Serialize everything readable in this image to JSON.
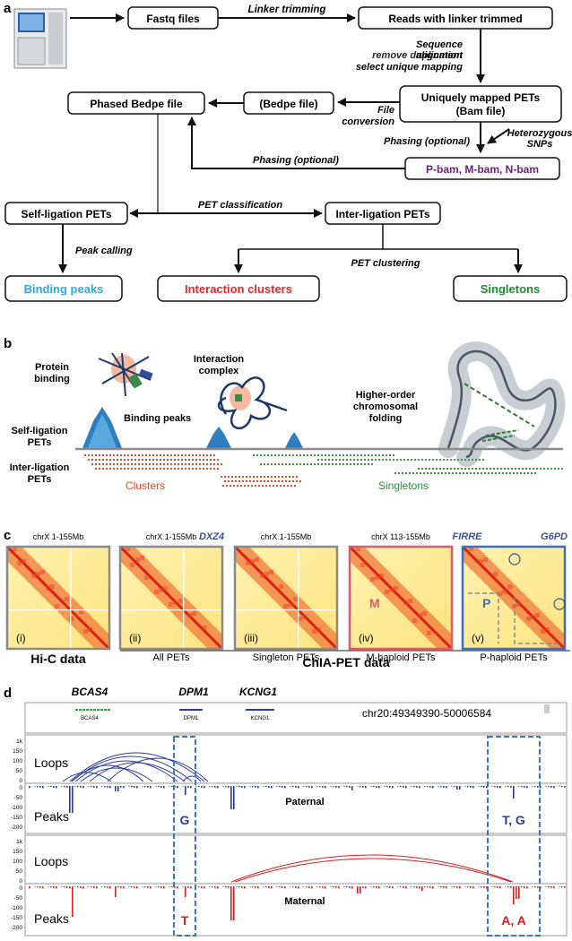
{
  "panel_a": {
    "letter": "a",
    "boxes": {
      "fastq": "Fastq files",
      "reads": "Reads with linker trimmed",
      "unique_1": "Uniquely mapped PETs",
      "unique_2": "(Bam file)",
      "bedpe": "(Bedpe file)",
      "phased": "Phased Bedpe file",
      "pbam": "P-bam, M-bam, N-bam",
      "self": "Self-ligation PETs",
      "inter": "Inter-ligation PETs",
      "peaks": "Binding peaks",
      "clusters": "Interaction clusters",
      "singletons": "Singletons"
    },
    "edges": {
      "linker": "Linker trimming",
      "seq1": "Sequence",
      "seq2": "alignment",
      "seq3": "remove duplication",
      "seq4": "select unique mapping",
      "conv1": "File",
      "conv2": "conversion",
      "phasing_opt": "Phasing (optional)",
      "het1": "Heterozygous",
      "het2": "SNPs",
      "phasing_opt2": "Phasing (optional)",
      "pet_class": "PET classification",
      "peak_calling": "Peak calling",
      "pet_clustering": "PET clustering"
    },
    "colors": {
      "peaks": "#2fa8e0",
      "clusters": "#e8262a",
      "singletons": "#1f8a2e",
      "pbam": "#6a1f7a"
    }
  },
  "panel_b": {
    "letter": "b",
    "labels": {
      "protein1": "Protein",
      "protein2": "binding",
      "complex1": "Interaction",
      "complex2": "complex",
      "higher1": "Higher-order",
      "higher2": "chromosomal",
      "higher3": "folding",
      "binding_peaks": "Binding peaks",
      "self1": "Self-ligation",
      "self2": "PETs",
      "inter1": "Inter-ligation",
      "inter2": "PETs",
      "clusters": "Clusters",
      "singletons": "Singletons"
    }
  },
  "panel_c": {
    "letter": "c",
    "maps": [
      {
        "title": "chrX 1-155Mb",
        "roman": "(i)",
        "caption": "Hi-C data",
        "border": "#8a8a8a"
      },
      {
        "title": "chrX 1-155Mb",
        "roman": "(ii)",
        "caption": "All PETs",
        "border": "#8a8a8a"
      },
      {
        "title": "chrX 1-155Mb",
        "roman": "(iii)",
        "caption": "Singleton PETs",
        "border": "#8a8a8a"
      },
      {
        "title": "chrX 113-155Mb",
        "roman": "(iv)",
        "caption": "M-haploid PETs",
        "border": "#e05a6a",
        "inner": "M"
      },
      {
        "title": "",
        "roman": "(v)",
        "caption": "P-haploid PETs",
        "border": "#3b6fc4",
        "inner": "P"
      }
    ],
    "loci": [
      "DXZ4",
      "FIRRE",
      "G6PD"
    ],
    "group_caption": "ChIA-PET data"
  },
  "panel_d": {
    "letter": "d",
    "genes": [
      "BCAS4",
      "DPM1",
      "KCNG1"
    ],
    "gene_small": [
      "BCAS4",
      "DPM1",
      "KCNG1"
    ],
    "coords": "chr20:49349390-50006584",
    "tracks": {
      "loops": "Loops",
      "peaks": "Peaks",
      "paternal": "Paternal",
      "maternal": "Maternal"
    },
    "loop_ticks": [
      "1k",
      "150",
      "100",
      "50",
      "0"
    ],
    "peak_ticks": [
      "0",
      "-50",
      "-100",
      "-150",
      "-200"
    ],
    "alleles": {
      "pat_left": "G",
      "pat_right": "T, G",
      "mat_left": "T",
      "mat_right": "A, A"
    },
    "colors": {
      "paternal": "#2a3c9e",
      "maternal": "#d42020",
      "highlight": "#3b78c4"
    }
  }
}
